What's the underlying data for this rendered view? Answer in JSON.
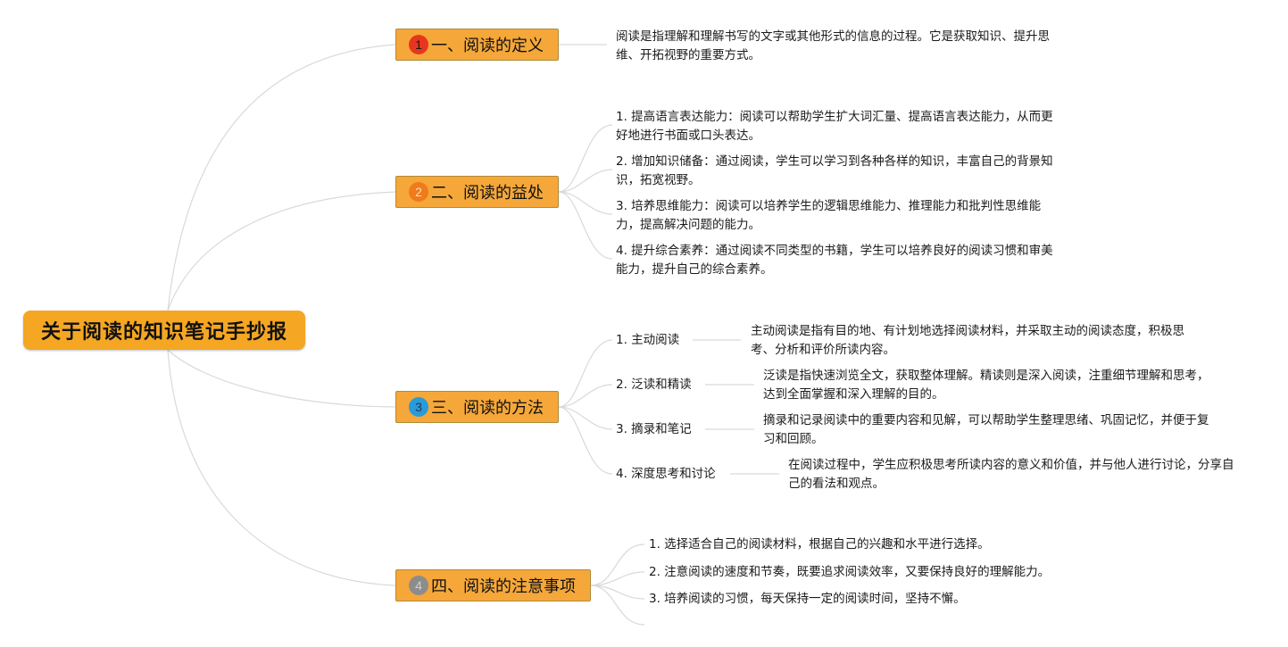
{
  "root": {
    "title": "关于阅读的知识笔记手抄报"
  },
  "topics": [
    {
      "badge": "1",
      "title": "一、阅读的定义",
      "note": "阅读是指理解和理解书写的文字或其他形式的信息的过程。它是获取知识、提升思维、开拓视野的重要方式。"
    },
    {
      "badge": "2",
      "title": "二、阅读的益处",
      "items": [
        "1. 提高语言表达能力：阅读可以帮助学生扩大词汇量、提高语言表达能力，从而更好地进行书面或口头表达。",
        "2. 增加知识储备：通过阅读，学生可以学习到各种各样的知识，丰富自己的背景知识，拓宽视野。",
        "3. 培养思维能力：阅读可以培养学生的逻辑思维能力、推理能力和批判性思维能力，提高解决问题的能力。",
        "4. 提升综合素养：通过阅读不同类型的书籍，学生可以培养良好的阅读习惯和审美能力，提升自己的综合素养。"
      ]
    },
    {
      "badge": "3",
      "title": "三、阅读的方法",
      "items": [
        {
          "label": "1. 主动阅读",
          "note": "主动阅读是指有目的地、有计划地选择阅读材料，并采取主动的阅读态度，积极思考、分析和评价所读内容。"
        },
        {
          "label": "2. 泛读和精读",
          "note": "泛读是指快速浏览全文，获取整体理解。精读则是深入阅读，注重细节理解和思考，达到全面掌握和深入理解的目的。"
        },
        {
          "label": "3. 摘录和笔记",
          "note": "摘录和记录阅读中的重要内容和见解，可以帮助学生整理思绪、巩固记忆，并便于复习和回顾。"
        },
        {
          "label": "4. 深度思考和讨论",
          "note": "在阅读过程中，学生应积极思考所读内容的意义和价值，并与他人进行讨论，分享自己的看法和观点。"
        }
      ]
    },
    {
      "badge": "4",
      "title": "四、阅读的注意事项",
      "items": [
        "1. 选择适合自己的阅读材料，根据自己的兴趣和水平进行选择。",
        "2. 注意阅读的速度和节奏，既要追求阅读效率，又要保持良好的理解能力。",
        "3. 培养阅读的习惯，每天保持一定的阅读时间，坚持不懈。"
      ]
    }
  ],
  "colors": {
    "topic_fill": "#f5a73a",
    "root_fill": "#f5a623",
    "connector": "#d9d9d9",
    "badge_1": "#e8361e",
    "badge_2": "#f07b1a",
    "badge_3": "#2a9ad9",
    "badge_4": "#8c8c8c"
  },
  "icons": {
    "badge_shape": "numbered-circle-icon"
  }
}
